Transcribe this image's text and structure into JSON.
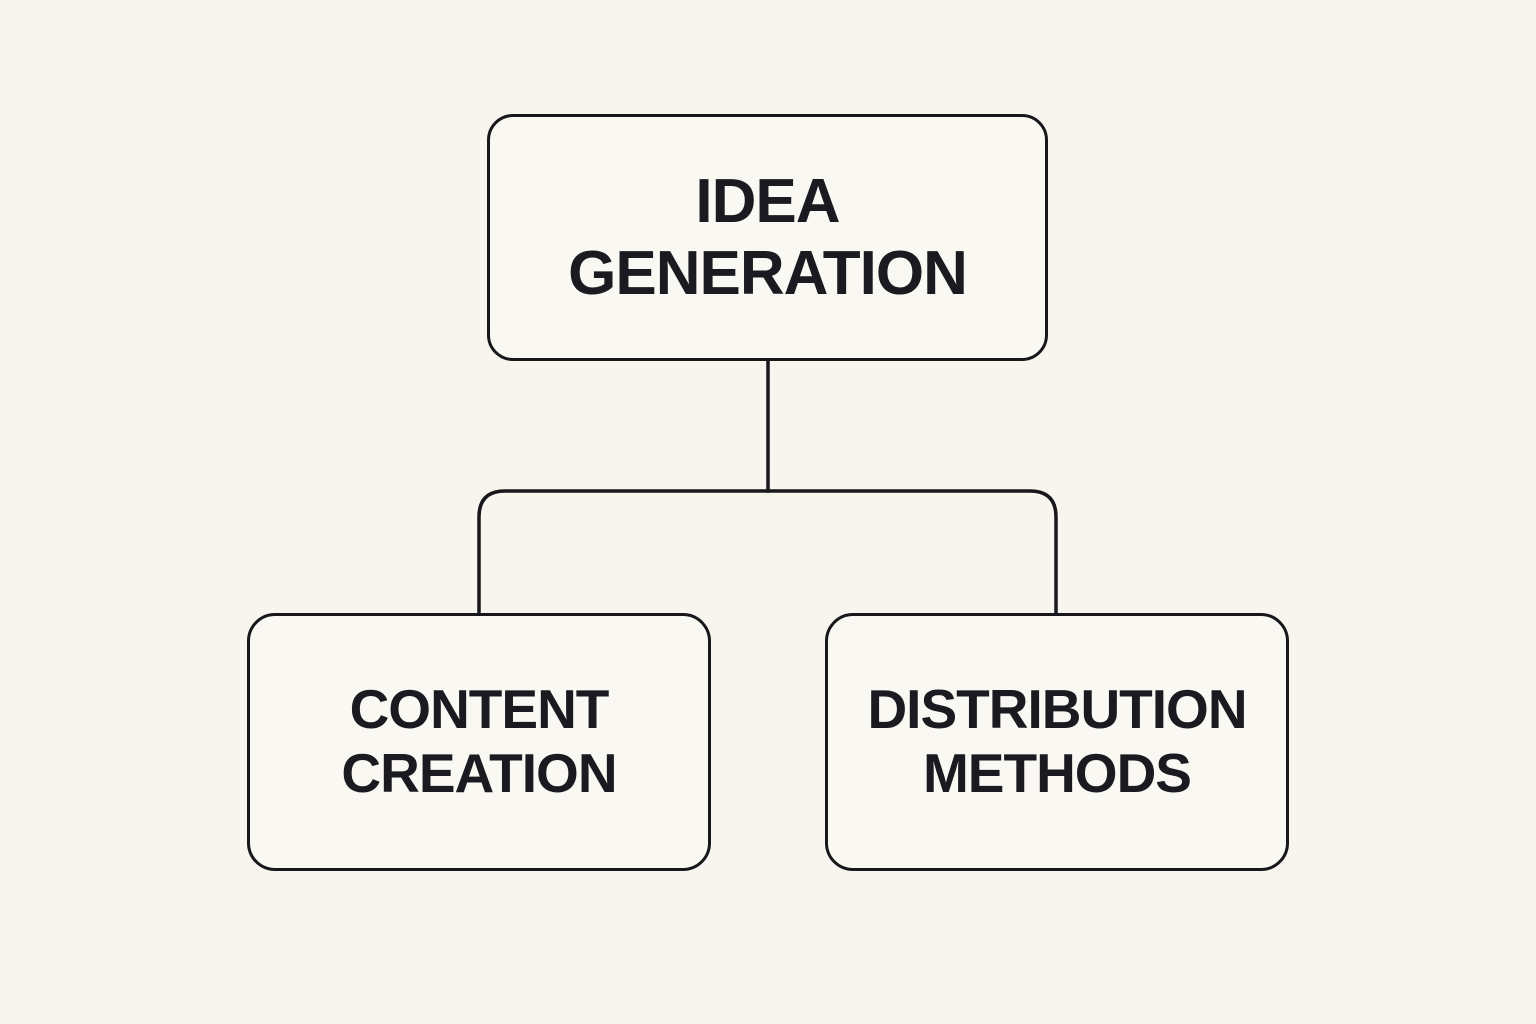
{
  "canvas": {
    "background_color": "#f8f5ee",
    "line_color": "#17171c",
    "text_color": "#1a1a20",
    "box_fill_color": "#faf8f2"
  },
  "diagram": {
    "type": "flowchart",
    "direction": "top-down",
    "nodes": [
      {
        "id": "idea-generation",
        "label": "IDEA GENERATION",
        "line1": "IDEA",
        "line2": "GENERATION",
        "role": "root"
      },
      {
        "id": "content-creation",
        "label": "CONTENT CREATION",
        "line1": "CONTENT",
        "line2": "CREATION",
        "role": "child"
      },
      {
        "id": "distribution-methods",
        "label": "DISTRIBUTION METHODS",
        "line1": "DISTRIBUTION",
        "line2": "METHODS",
        "role": "child"
      }
    ],
    "edges": [
      {
        "from": "idea-generation",
        "to": "content-creation"
      },
      {
        "from": "idea-generation",
        "to": "distribution-methods"
      }
    ]
  }
}
